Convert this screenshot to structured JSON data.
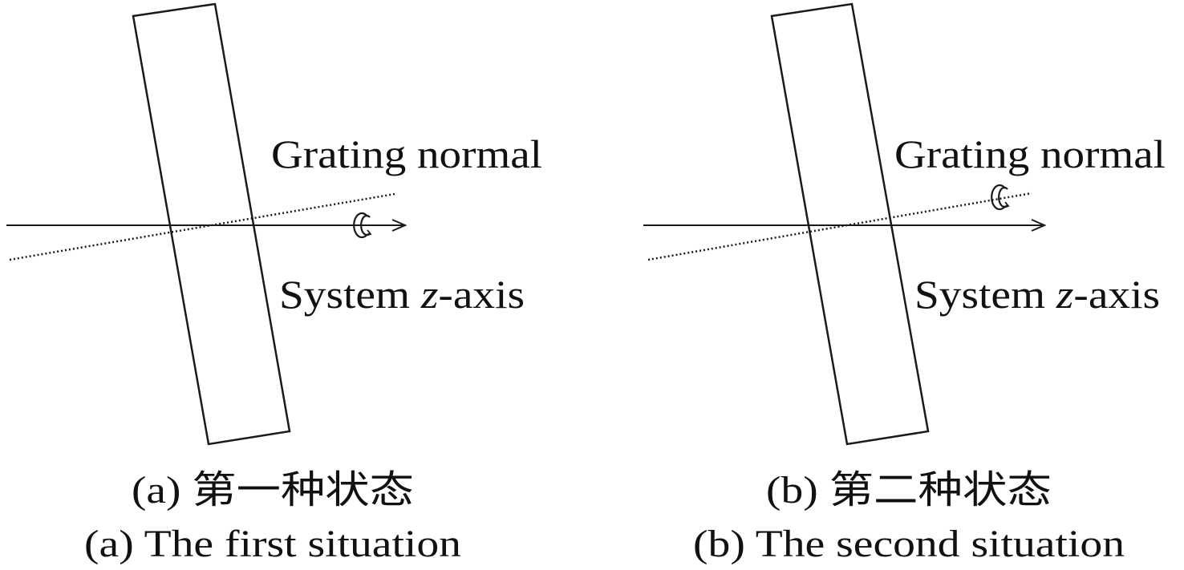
{
  "panels": [
    {
      "id": "a",
      "normal_label": "Grating normal",
      "axis_label_prefix": "System ",
      "axis_label_italic": "z",
      "axis_label_suffix": "-axis",
      "caption_cn": "(a) 第一种状态",
      "caption_en": "(a) The first situation"
    },
    {
      "id": "b",
      "normal_label": "Grating normal",
      "axis_label_prefix": "System ",
      "axis_label_italic": "z",
      "axis_label_suffix": "-axis",
      "caption_cn": "(b) 第二种状态",
      "caption_en": "(b) The second situation"
    }
  ],
  "colors": {
    "line": "#1a1a1a",
    "text": "#111111",
    "background": "#ffffff"
  },
  "icons": {
    "rotation": "rotation-arrow-icon"
  }
}
